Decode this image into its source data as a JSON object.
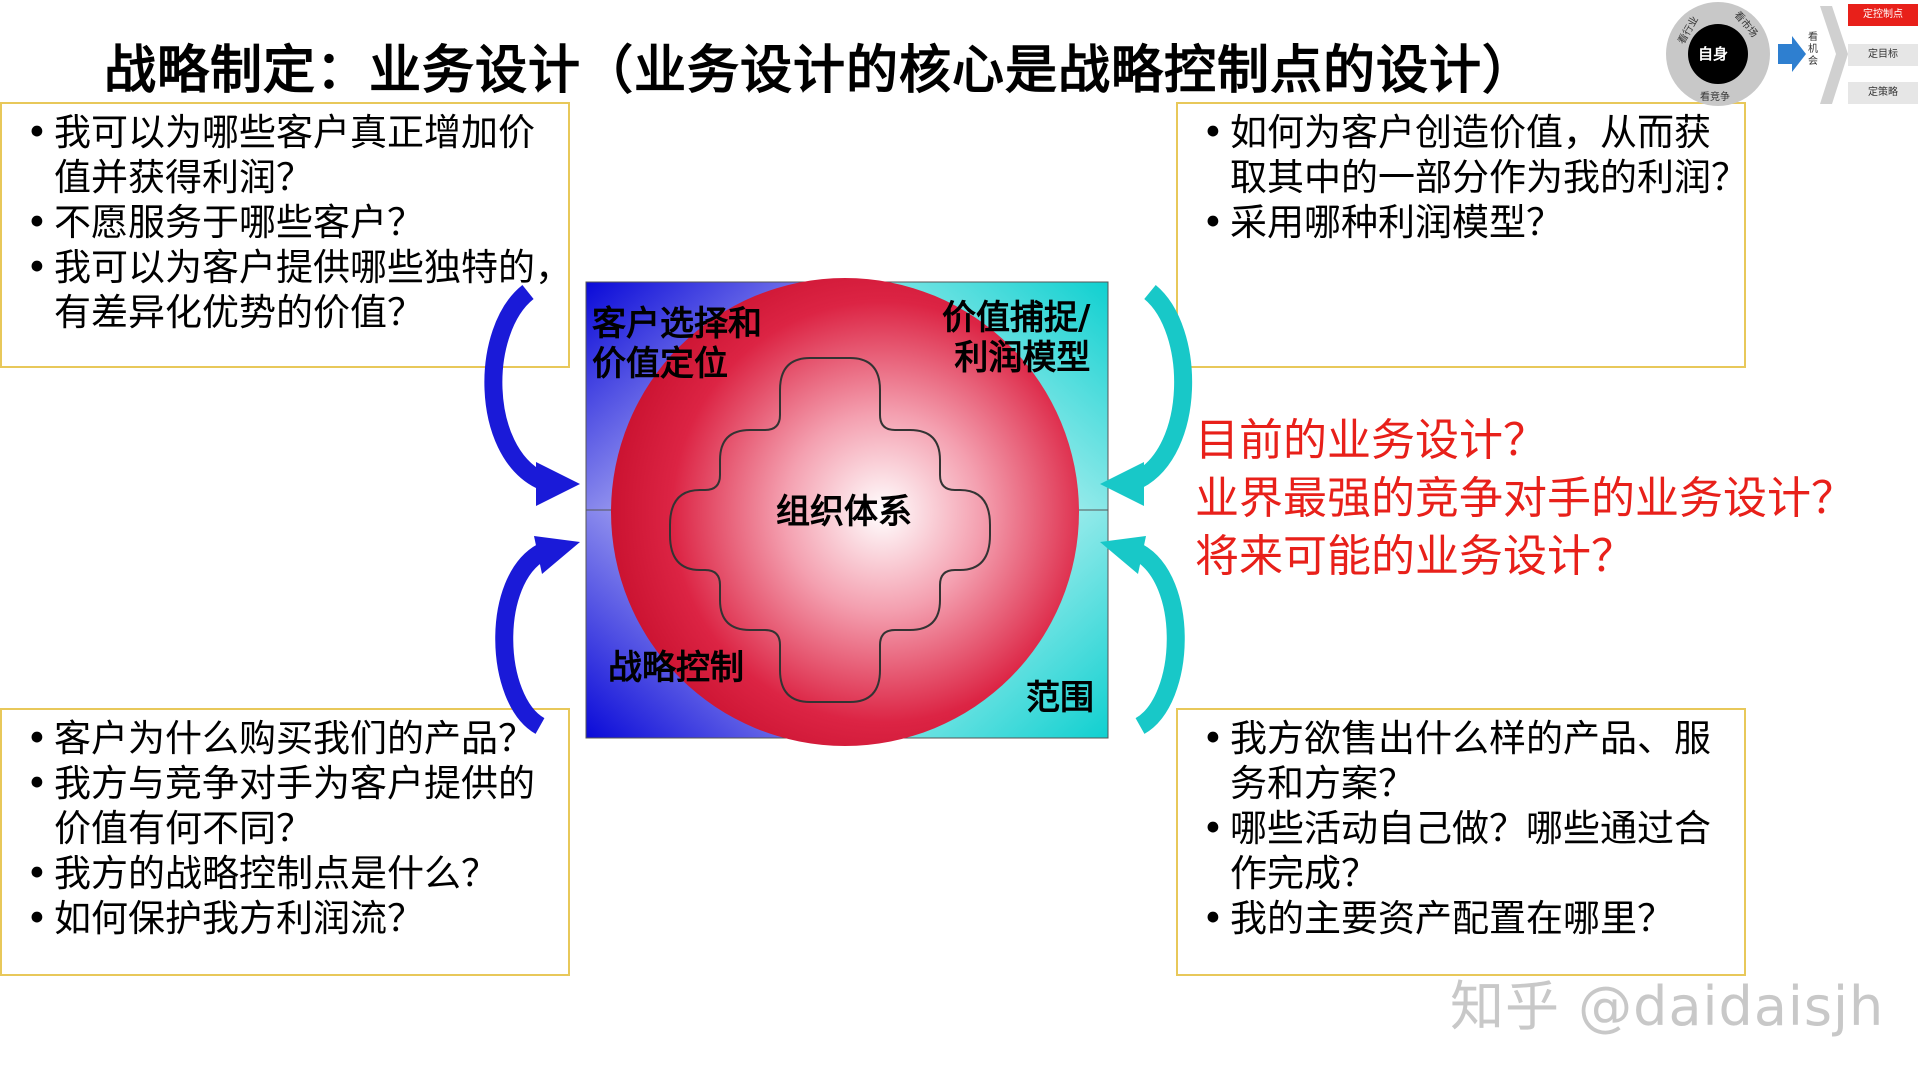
{
  "title": "战略制定：业务设计（业务设计的核心是战略控制点的设计）",
  "top_left": {
    "items": [
      "我可以为哪些客户真正增加价\n值并获得利润？",
      "不愿服务于哪些客户？",
      "我可以为客户提供哪些独特的，\n有差异化优势的价值？"
    ]
  },
  "top_right": {
    "items": [
      "如何为客户创造价值，从而获\n取其中的一部分作为我的利润？",
      "采用哪种利润模型？"
    ]
  },
  "bottom_left": {
    "items": [
      "客户为什么购买我们的产品？",
      "我方与竞争对手为客户提供的\n价值有何不同？",
      "我方的战略控制点是什么？",
      "如何保护我方利润流？"
    ]
  },
  "bottom_right": {
    "items": [
      "我方欲售出什么样的产品、服\n务和方案？",
      "哪些活动自己做？哪些通过合\n作完成？",
      "我的主要资产配置在哪里？"
    ]
  },
  "red_questions": [
    "目前的业务设计？",
    "业界最强的竞争对手的业务设计？",
    "将来可能的业务设计？"
  ],
  "diagram": {
    "q1_label": "客户选择和\n价值定位",
    "q2_label": "价值捕捉/\n利润模型",
    "q3_label": "战略控制",
    "q4_label": "范围",
    "center_label": "组织体系"
  },
  "mini_nav": {
    "center": "自身",
    "ring": [
      "看行业",
      "看市场",
      "看竞争"
    ],
    "side": "看\n机\n会",
    "chips": [
      "定控制点",
      "定目标",
      "定策略"
    ]
  },
  "watermark": "知乎 @daidaisjh",
  "colors": {
    "red_text": "#e8201a",
    "box_border": "#e8c85a",
    "blue": "#1a1ae0",
    "cyan": "#1ad4d4",
    "sphere": "#d81e3c"
  }
}
